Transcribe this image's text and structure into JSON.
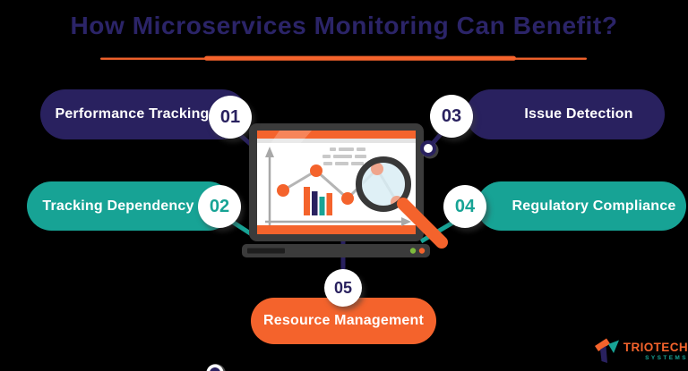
{
  "title": "How Microservices Monitoring Can Benefit?",
  "benefits": [
    {
      "num": "01",
      "label": "Performance Tracking",
      "pill_color": "#29215f",
      "num_color": "#29215f"
    },
    {
      "num": "02",
      "label": "Tracking Dependency",
      "pill_color": "#17a395",
      "num_color": "#17a395"
    },
    {
      "num": "03",
      "label": "Issue Detection",
      "pill_color": "#29215f",
      "num_color": "#29215f"
    },
    {
      "num": "04",
      "label": "Regulatory Compliance",
      "pill_color": "#17a395",
      "num_color": "#17a395"
    },
    {
      "num": "05",
      "label": "Resource Management",
      "pill_color": "#f4632c",
      "num_color": "#29215f"
    }
  ],
  "illustration": {
    "description": "laptop showing analytics dashboard with line chart, bar chart and magnifying glass",
    "icons": [
      "laptop-icon",
      "magnifier-icon",
      "line-chart-icon",
      "bar-chart-icon",
      "up-arrow-axis-icon",
      "right-arrow-axis-icon"
    ]
  },
  "logo": {
    "brand": "TRIOTECH",
    "subtitle": "SYSTEMS"
  },
  "colors": {
    "background": "#000000",
    "navy": "#29215f",
    "teal": "#17a395",
    "orange": "#f4632c",
    "title_text": "#2b2468",
    "laptop_frame": "#3b3b3b",
    "lens_blue": "#d9edf4",
    "chart_gray": "#a8a8a8",
    "status_dot_green": "#7dba3c",
    "status_dot_orange": "#f4632c",
    "circle_face": "#ffffff"
  }
}
